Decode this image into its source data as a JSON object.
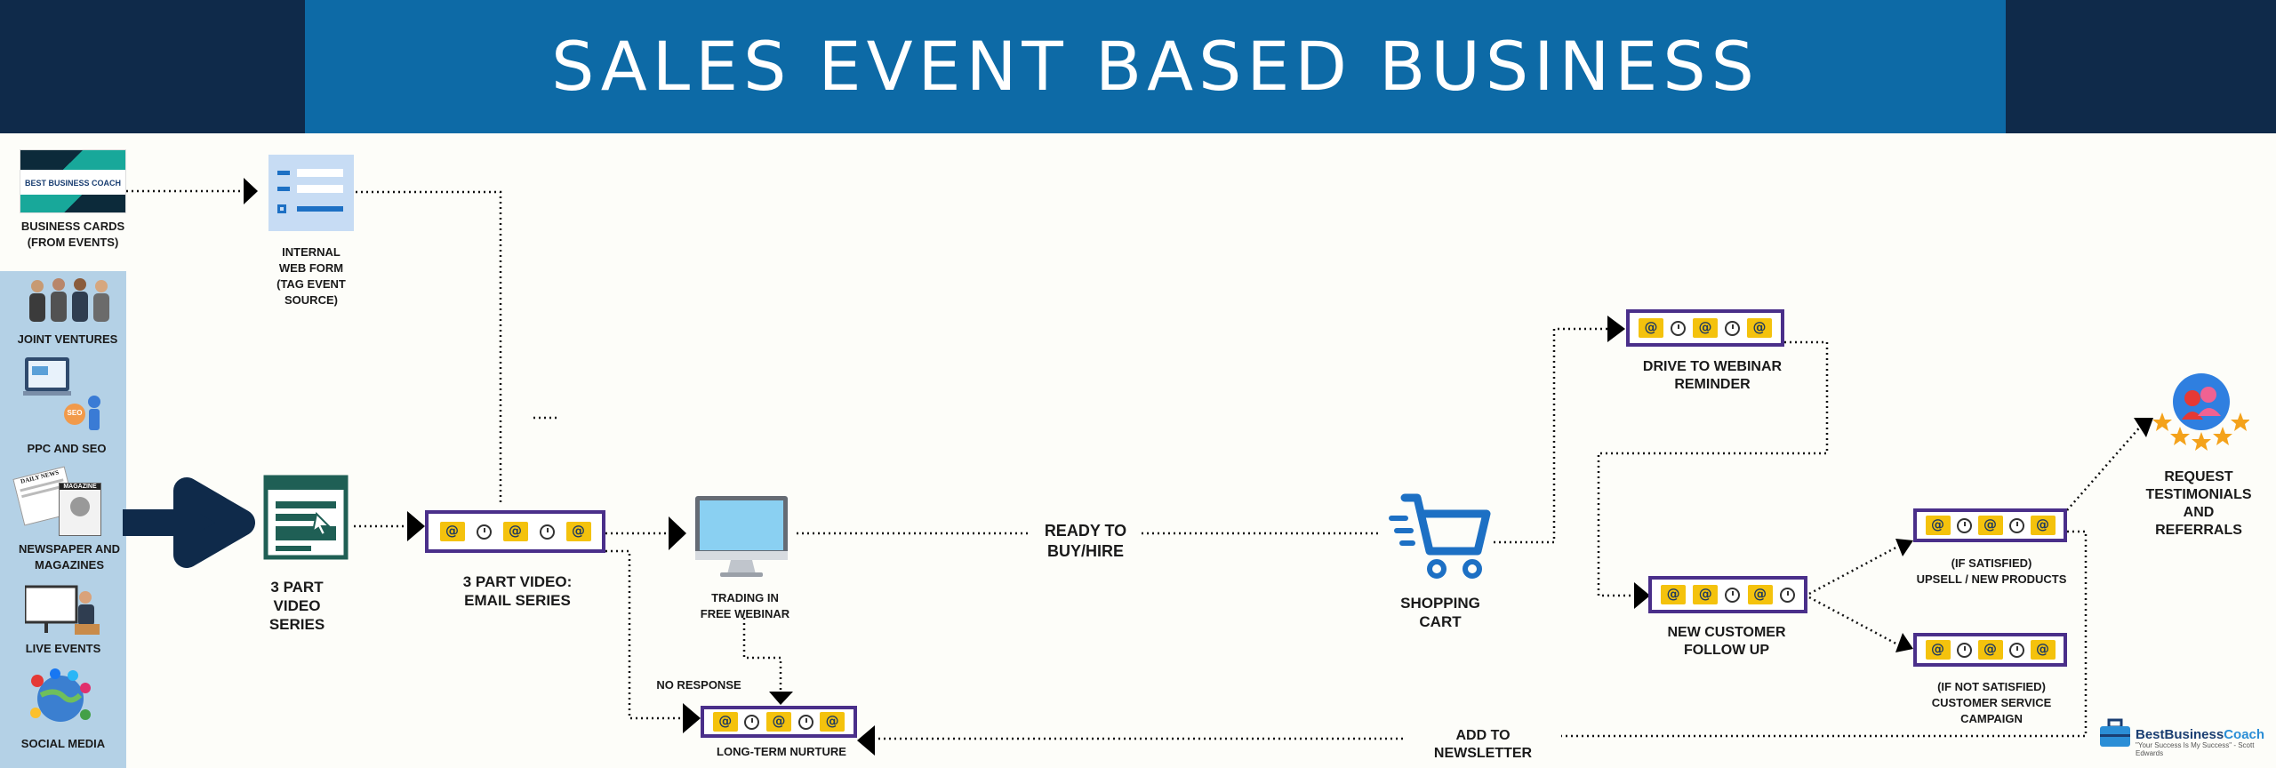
{
  "header": {
    "title": "SALES EVENT BASED BUSINESS"
  },
  "sources": [
    {
      "id": "business-cards",
      "label": "BUSINESS CARDS\n(FROM EVENTS)",
      "card_text": "BEST BUSINESS COACH"
    },
    {
      "id": "joint-ventures",
      "label": "JOINT VENTURES"
    },
    {
      "id": "ppc-seo",
      "label": "PPC AND SEO",
      "badge_text": "SEO"
    },
    {
      "id": "newspaper",
      "label": "NEWSPAPER AND\nMAGAZINES",
      "paper_texts": [
        "DAILY NEWS",
        "MAGAZINE"
      ]
    },
    {
      "id": "live-events",
      "label": "LIVE EVENTS"
    },
    {
      "id": "social-media",
      "label": "SOCIAL MEDIA"
    }
  ],
  "nodes": {
    "web_form": "INTERNAL\nWEB FORM\n(TAG EVENT\nSOURCE)",
    "video_series": "3 PART\nVIDEO\nSERIES",
    "email_series": "3 PART VIDEO:\nEMAIL SERIES",
    "webinar": "TRADING IN\nFREE WEBINAR",
    "ready": "READY TO\nBUY/HIRE",
    "cart": "SHOPPING\nCART",
    "drive_reminder": "DRIVE TO WEBINAR\nREMINDER",
    "follow_up": "NEW CUSTOMER\nFOLLOW UP",
    "upsell": "(IF SATISFIED)\nUPSELL / NEW PRODUCTS",
    "service": "(IF NOT SATISFIED)\nCUSTOMER SERVICE\nCAMPAIGN",
    "testimonials": "REQUEST\nTESTIMONIALS\nAND\nREFERRALS",
    "no_response": "NO RESPONSE",
    "nurture": "LONG-TERM  NURTURE",
    "newsletter": "ADD TO NEWSLETTER"
  },
  "logo": {
    "brand": "BestBusiness",
    "brand_accent": "Coach",
    "tagline": "\"Your Success Is My Success\" - Scott Edwards"
  },
  "icons": {
    "business_cards": "business-card-icon",
    "web_form": "web-form-icon",
    "video_series": "video-browser-icon",
    "webinar": "monitor-icon",
    "cart": "shopping-cart-icon",
    "testimonials": "five-star-review-icon",
    "email": "envelope-at-icon",
    "timer": "stopwatch-icon"
  },
  "colors": {
    "header_dark": "#0f2a4a",
    "header_band": "#0d6aa6",
    "sidebar": "#b4d1e6",
    "strip_border": "#4a2f8a",
    "envelope": "#f4c20d",
    "cart_blue": "#1d70c4",
    "main_arrow": "#0f2a4a"
  }
}
